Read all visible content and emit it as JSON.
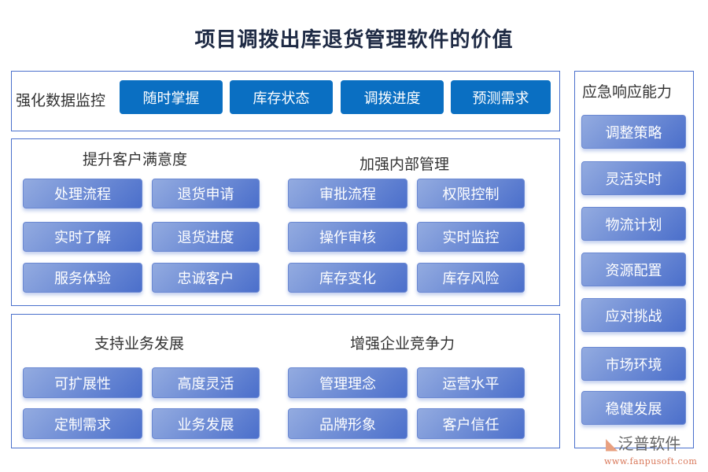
{
  "title": "项目调拨出库退货管理软件的价值",
  "monitor": {
    "label": "强化数据监控",
    "items": [
      "随时掌握",
      "库存状态",
      "调拨进度",
      "预测需求"
    ]
  },
  "groups": [
    {
      "heading": "提升客户满意度",
      "items": [
        "处理流程",
        "退货申请",
        "实时了解",
        "退货进度",
        "服务体验",
        "忠诚客户"
      ]
    },
    {
      "heading": "加强内部管理",
      "items": [
        "审批流程",
        "权限控制",
        "操作审核",
        "实时监控",
        "库存变化",
        "库存风险"
      ]
    },
    {
      "heading": "支持业务发展",
      "items": [
        "可扩展性",
        "高度灵活",
        "定制需求",
        "业务发展"
      ]
    },
    {
      "heading": "增强企业竞争力",
      "items": [
        "管理理念",
        "运营水平",
        "品牌形象",
        "客户信任"
      ]
    }
  ],
  "emergency": {
    "label": "应急响应能力",
    "items": [
      "调整策略",
      "灵活实时",
      "物流计划",
      "资源配置",
      "应对挑战",
      "市场环境",
      "稳健发展"
    ]
  },
  "watermark": {
    "brand": "泛普软件",
    "url": "www.fanpusoft.com"
  },
  "colors": {
    "primary": "#0a6fc2",
    "accent": "#4a70cc"
  }
}
